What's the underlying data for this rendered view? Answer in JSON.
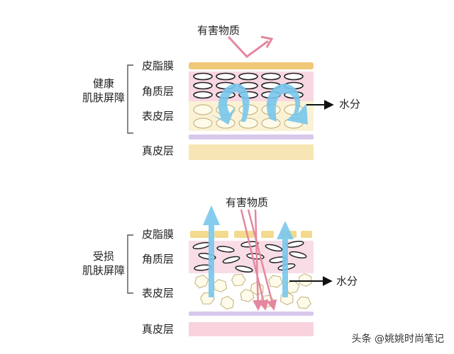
{
  "healthy": {
    "group_line1": "健康",
    "group_line2": "肌肤屏障",
    "harmful_label": "有害物质",
    "water_label": "水分",
    "layers": [
      "皮脂膜",
      "角质层",
      "表皮层",
      "真皮层"
    ]
  },
  "damaged": {
    "group_line1": "受损",
    "group_line2": "肌肤屏障",
    "harmful_label": "有害物质",
    "water_label": "水分",
    "layers": [
      "皮脂膜",
      "角质层",
      "表皮层",
      "真皮层"
    ]
  },
  "watermark": "头条 @姚姚时尚笔记",
  "colors": {
    "sebum_healthy": "#f0c878",
    "sebum_damaged": "#f3da8e",
    "stratum_pink": "#f8d7e2",
    "epidermis": "#fbf2d6",
    "basement_purple": "#d8c8ec",
    "dermis_healthy": "#f7e5b3",
    "dermis_damaged": "#f8d3de",
    "water_arrow": "#78c6ec",
    "harmful_arrow": "#e4879f",
    "cell_outline": "#c6b682"
  },
  "icons": [
    "water-arrow-icon",
    "harmful-arrow-icon",
    "bracket-icon"
  ]
}
